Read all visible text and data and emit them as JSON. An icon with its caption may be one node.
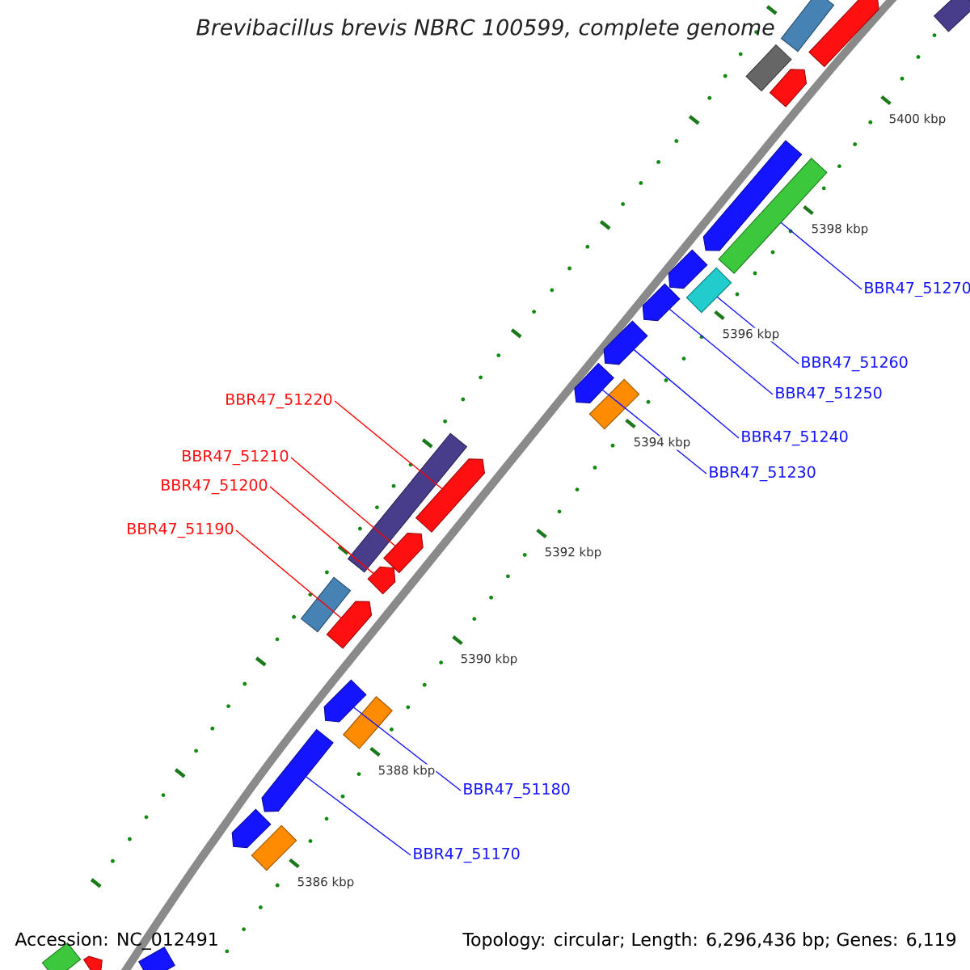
{
  "diagram": {
    "title": "Brevibacillus brevis NBRC 100599, complete genome",
    "nodes": [
      {
        "text": [
          "BBR47_51270"
        ]
      },
      {
        "text": [
          "BBR47_51260"
        ]
      },
      {
        "text": [
          "BBR47_51250"
        ]
      },
      {
        "text": [
          "BBR47_51220"
        ]
      },
      {
        "text": [
          "BBR47_51240"
        ]
      },
      {
        "text": [
          "BBR47_51210"
        ]
      },
      {
        "text": [
          "BBR47_51230"
        ]
      },
      {
        "text": [
          "BBR47_51200"
        ]
      },
      {
        "text": [
          "BBR47_51190"
        ]
      },
      {
        "text": [
          "BBR47_51180"
        ]
      },
      {
        "text": [
          "BBR47_51170"
        ]
      },
      {
        "text": [],
        "shape": "bar"
      },
      {
        "text": [],
        "shape": "bar"
      },
      {
        "text": [],
        "shape": "pentagon"
      },
      {
        "text": [],
        "shape": "bar"
      },
      {
        "text": [],
        "shape": "pentagon"
      },
      {
        "text": [],
        "shape": "pentagon"
      },
      {
        "text": [],
        "shape": "bar"
      },
      {
        "text": [],
        "shape": "pentagon"
      },
      {
        "text": [],
        "shape": "bar"
      },
      {
        "text": [],
        "shape": "pentagon"
      },
      {
        "text": [],
        "shape": "pentagon"
      },
      {
        "text": [],
        "shape": "pentagon"
      },
      {
        "text": [],
        "shape": "bar"
      },
      {
        "text": [],
        "shape": "pentagon"
      },
      {
        "text": [],
        "shape": "bar"
      },
      {
        "text": [],
        "shape": "pentagon"
      },
      {
        "text": [],
        "shape": "pentagon"
      },
      {
        "text": [],
        "shape": "bar"
      },
      {
        "text": [],
        "shape": "pentagon"
      },
      {
        "text": [],
        "shape": "pentagon"
      },
      {
        "text": [],
        "shape": "bar"
      },
      {
        "text": [],
        "shape": "pentagon"
      },
      {
        "text": [],
        "shape": "pentagon"
      },
      {
        "text": [],
        "shape": "bar"
      },
      {
        "text": [],
        "shape": "bar"
      },
      {
        "text": [],
        "shape": "bar"
      },
      {
        "text": [],
        "shape": "pentagon"
      }
    ],
    "edges": [
      {
        "from": 0,
        "to": 17,
        "arrow": "none"
      },
      {
        "from": 1,
        "to": 19,
        "arrow": "none"
      },
      {
        "from": 2,
        "to": 20,
        "arrow": "none"
      },
      {
        "from": 3,
        "to": 24,
        "arrow": "none",
        "color": "#ff0000"
      },
      {
        "from": 4,
        "to": 21,
        "arrow": "none"
      },
      {
        "from": 5,
        "to": 26,
        "arrow": "none",
        "color": "#ff0000"
      },
      {
        "from": 6,
        "to": 22,
        "arrow": "none"
      },
      {
        "from": 7,
        "to": 27,
        "arrow": "none",
        "color": "#ff0000"
      },
      {
        "from": 8,
        "to": 29,
        "arrow": "none",
        "color": "#ff0000"
      },
      {
        "from": 9,
        "to": 30,
        "arrow": "none"
      },
      {
        "from": 10,
        "to": 32,
        "arrow": "none"
      }
    ],
    "labels": [
      "5400 kbp",
      "5398 kbp",
      "5396 kbp",
      "5394 kbp",
      "5392 kbp",
      "5390 kbp",
      "5388 kbp",
      "5386 kbp",
      "Accession: NC_012491",
      "Topology: circular; Length: 6,296,436 bp; Genes: 6,119"
    ]
  }
}
